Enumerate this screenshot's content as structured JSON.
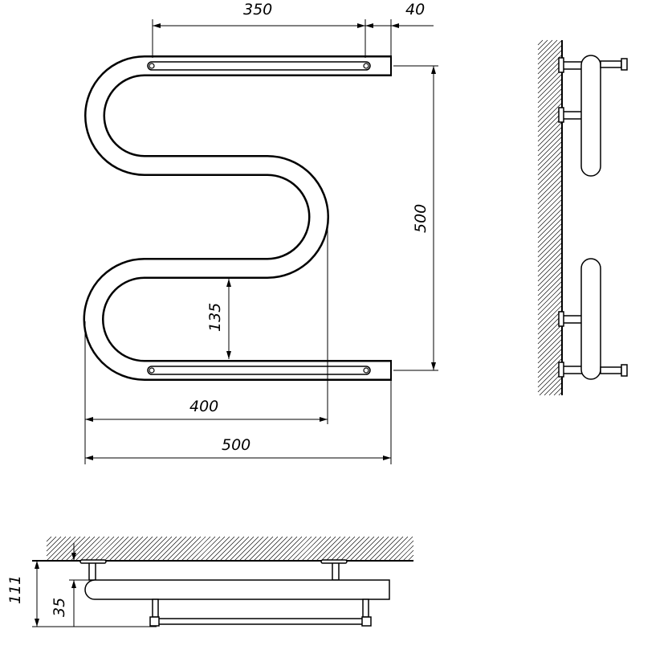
{
  "drawing": {
    "front_view": {
      "dim_slot_length": "350",
      "dim_offset": "40",
      "dim_height": "500",
      "dim_gap": "135",
      "dim_inner_width": "400",
      "dim_total_width": "500"
    },
    "top_view": {
      "dim_total_depth": "111",
      "dim_wall_gap": "35"
    },
    "colors": {
      "line": "#000000",
      "background": "#ffffff"
    }
  }
}
